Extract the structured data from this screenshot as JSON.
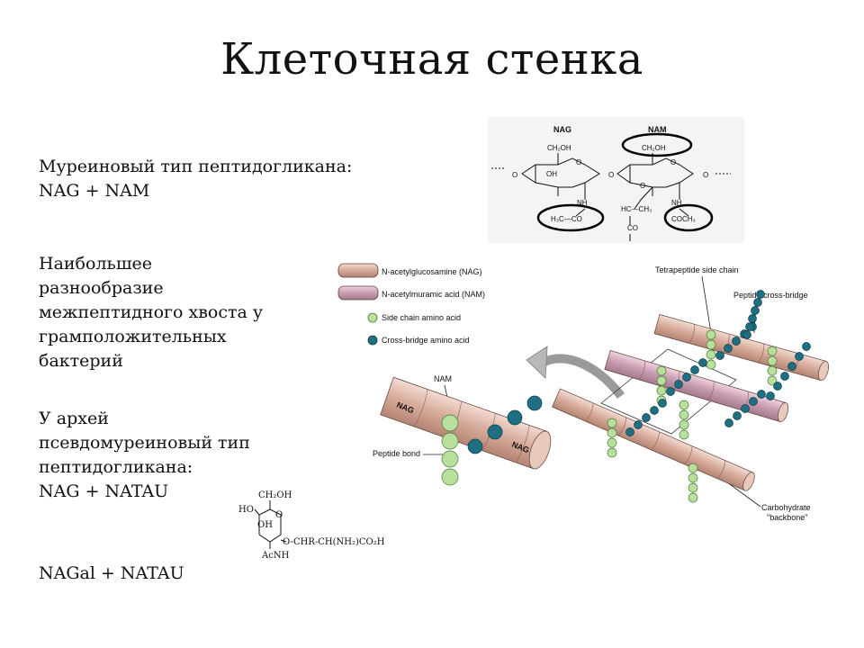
{
  "slide": {
    "title": "Клеточная стенка",
    "blocks": [
      [
        "Муреиновый тип пептидогликана:",
        "NAG + NAM"
      ],
      [
        "Наибольшее",
        "разнообразие",
        "межпептидного хвоста у",
        "грамположительных",
        "бактерий"
      ],
      [
        "У архей",
        "псевдомуреиновый тип",
        "пептидогликана:",
        "NAG + NATAU"
      ],
      [
        "NAGal + NATAU"
      ]
    ]
  },
  "structure_formula": {
    "nag": "NAG",
    "nam": "NAM",
    "ch2oh": "CH₂OH",
    "oh": "OH",
    "o": "O",
    "nh": "NH",
    "h3c_co": "H₃C—CO",
    "hc_ch3": "HC—CH₃",
    "co": "CO",
    "coch3": "COCH₃"
  },
  "natau_formula": {
    "ch2oh": "CH₂OH",
    "ho": "HO",
    "oh": "OH",
    "o": "O",
    "side": "O-CHR-CH(NH₂)CO₂H",
    "acnh": "AcNH"
  },
  "diagram": {
    "legend": [
      {
        "label": "N-acetylglucosamine (NAG)",
        "color": "#e2c0b3"
      },
      {
        "label": "N-acetylmuramic acid (NAM)",
        "color": "#d6b3c3"
      },
      {
        "label": "Side chain amino acid",
        "color": "#b9df9d"
      },
      {
        "label": "Cross-bridge amino acid",
        "color": "#1f6f83"
      }
    ],
    "labels": {
      "tetrapeptide": "Tetrapeptide side chain",
      "cross_bridge": "Peptide cross-bridge",
      "nam": "NAM",
      "nag1": "NAG",
      "nag2": "NAG",
      "peptide_bond": "Peptide bond",
      "carb1": "Carbohydrate",
      "carb2": "\"backbone\""
    }
  }
}
